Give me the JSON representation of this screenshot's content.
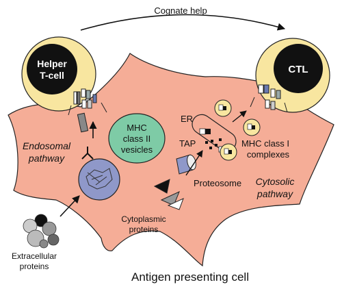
{
  "labels": {
    "cognate_help": "Cognate help",
    "helper_line1": "Helper",
    "helper_line2": "T-cell",
    "ctl": "CTL",
    "endosomal_line1": "Endosomal",
    "endosomal_line2": "pathway",
    "mhc2_line1": "MHC",
    "mhc2_line2": "class II",
    "mhc2_line3": "vesicles",
    "er": "ER",
    "tap": "TAP",
    "mhc1_line1": "MHC class I",
    "mhc1_line2": "complexes",
    "proteosome": "Proteosome",
    "cytosolic_line1": "Cytosolic",
    "cytosolic_line2": "pathway",
    "cytoplasmic_line1": "Cytoplasmic",
    "cytoplasmic_line2": "proteins",
    "extracellular_line1": "Extracellular",
    "extracellular_line2": "proteins",
    "apc_title": "Antigen presenting cell"
  },
  "colors": {
    "cell_fill": "#f5ad97",
    "tcell_ring": "#f8e6a0",
    "tcell_core": "#111111",
    "vesicle_fill": "#7ecba6",
    "endosome_fill": "#8f98c9",
    "proteosome_fill": "#8f98c9",
    "mhc1_vesicle_fill": "#f8e6a0"
  }
}
